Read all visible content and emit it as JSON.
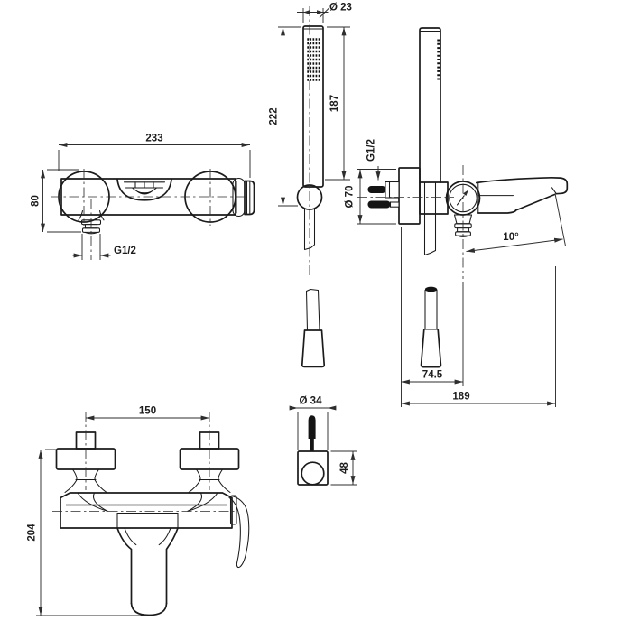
{
  "palette": {
    "background": "#ffffff",
    "line_color": "#1b1b1b",
    "dimension_color": "#2e2e2e"
  },
  "views": {
    "shower_mixer_front": {
      "dims": {
        "width": "233",
        "height": "80",
        "outlet_thread": "G1/2"
      }
    },
    "hand_shower_front": {
      "dims": {
        "head_diameter": "Ø 23",
        "total_length": "222",
        "handle_length": "187"
      }
    },
    "wall_mixer_side": {
      "dims": {
        "inlet_thread": "G1/2",
        "escutcheon_diameter": "Ø 70",
        "spout_angle": "10°",
        "valve_axis_depth": "74.5",
        "overall_depth": "189"
      }
    },
    "shower_holder_side": {
      "dims": {
        "diameter": "Ø 34",
        "height": "48"
      }
    },
    "bath_mixer_front": {
      "dims": {
        "inlet_spacing": "150",
        "overall_height": "204"
      }
    }
  }
}
